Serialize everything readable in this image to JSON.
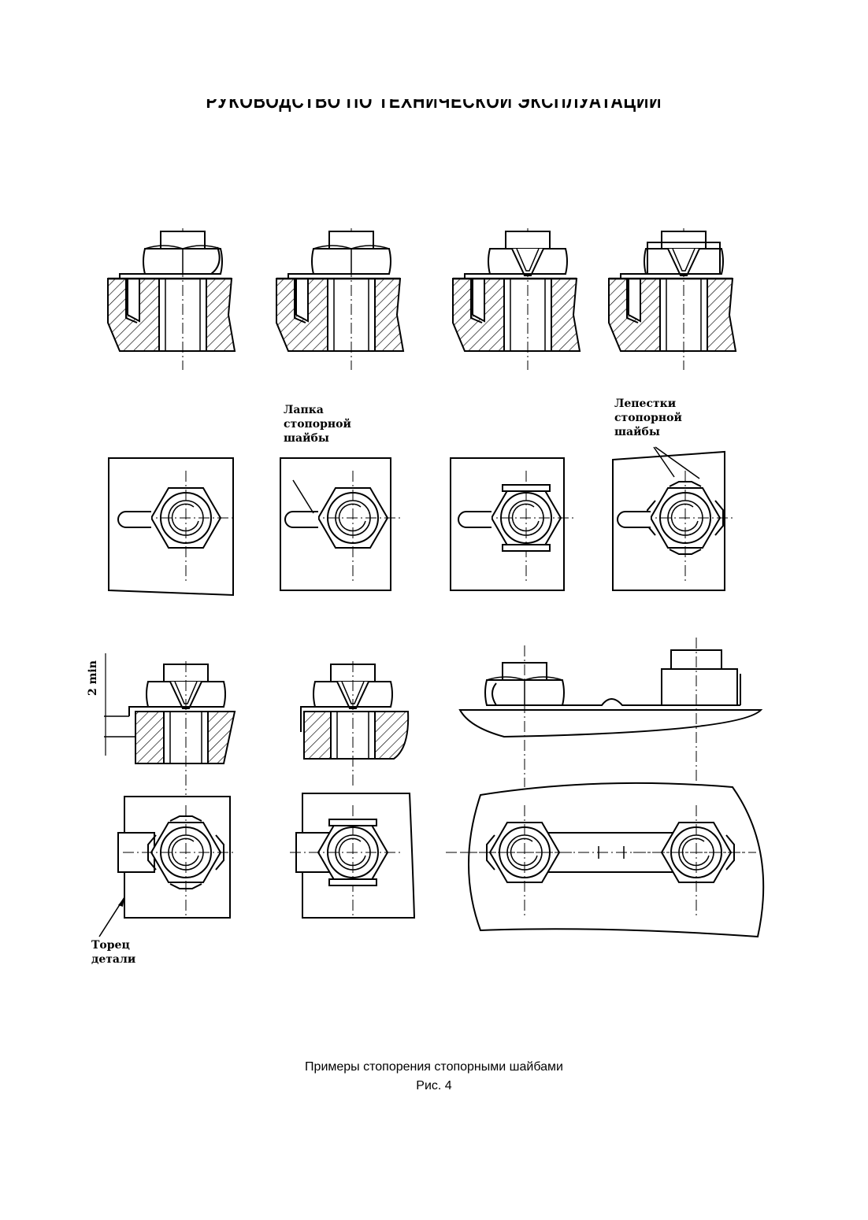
{
  "header": {
    "title": "РУКОВОДСТВО ПО ТЕХНИЧЕСКОЙ ЭКСПЛУАТАЦИИ"
  },
  "labels": {
    "tab_label": "Лапка\nстопорной\nшайбы",
    "petals_label": "Лепестки\nстопорной\nшайбы",
    "end_face_label": "Торец\nдетали",
    "dimension_label": "2 min"
  },
  "caption": {
    "line1": "Примеры стопорения стопорными шайбами",
    "line2": "Рис. 4"
  }
}
